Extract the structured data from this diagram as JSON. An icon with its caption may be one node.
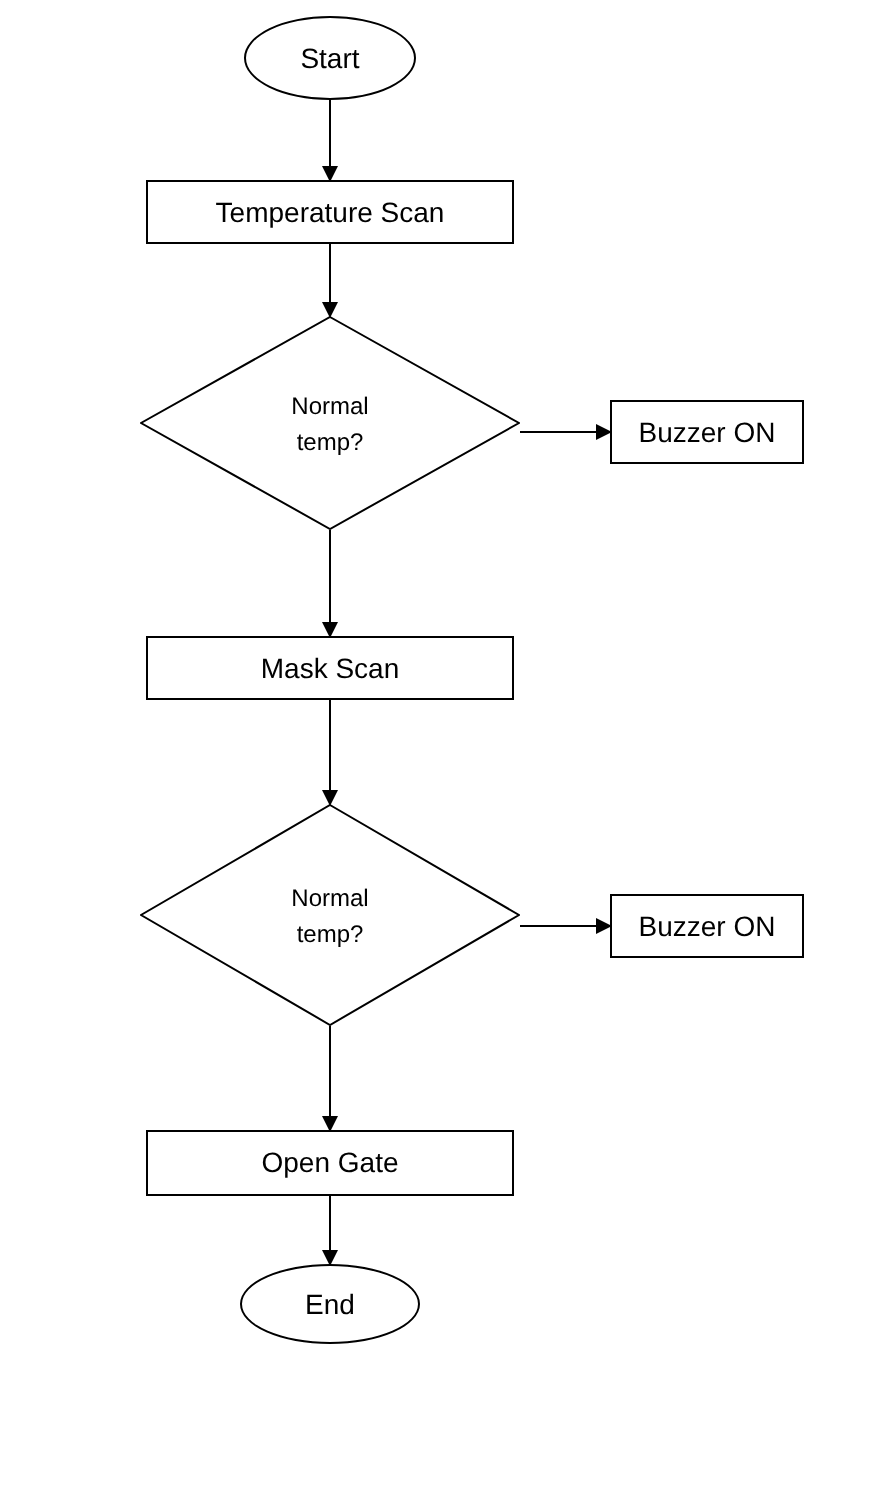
{
  "diagram": {
    "nodes": [
      {
        "text": [
          "Start"
        ]
      },
      {
        "text": [
          "Temperature Scan"
        ]
      },
      {
        "text": [
          "Normal temp?"
        ]
      },
      {
        "text": [
          "Buzzer ON"
        ]
      },
      {
        "text": [
          "Mask Scan"
        ]
      },
      {
        "text": [
          "Normal temp?"
        ]
      },
      {
        "text": [
          "Buzzer ON"
        ]
      },
      {
        "text": [
          "Open Gate"
        ]
      },
      {
        "text": [
          "End"
        ]
      }
    ],
    "edges": [
      {
        "from": 0,
        "to": 1,
        "arrow": "to"
      },
      {
        "from": 1,
        "to": 2,
        "arrow": "to"
      },
      {
        "from": 2,
        "to": 3,
        "arrow": "to"
      },
      {
        "from": 2,
        "to": 4,
        "arrow": "to"
      },
      {
        "from": 4,
        "to": 5,
        "arrow": "to"
      },
      {
        "from": 5,
        "to": 6,
        "arrow": "to"
      },
      {
        "from": 5,
        "to": 7,
        "arrow": "to"
      },
      {
        "from": 7,
        "to": 8,
        "arrow": "to"
      }
    ]
  }
}
